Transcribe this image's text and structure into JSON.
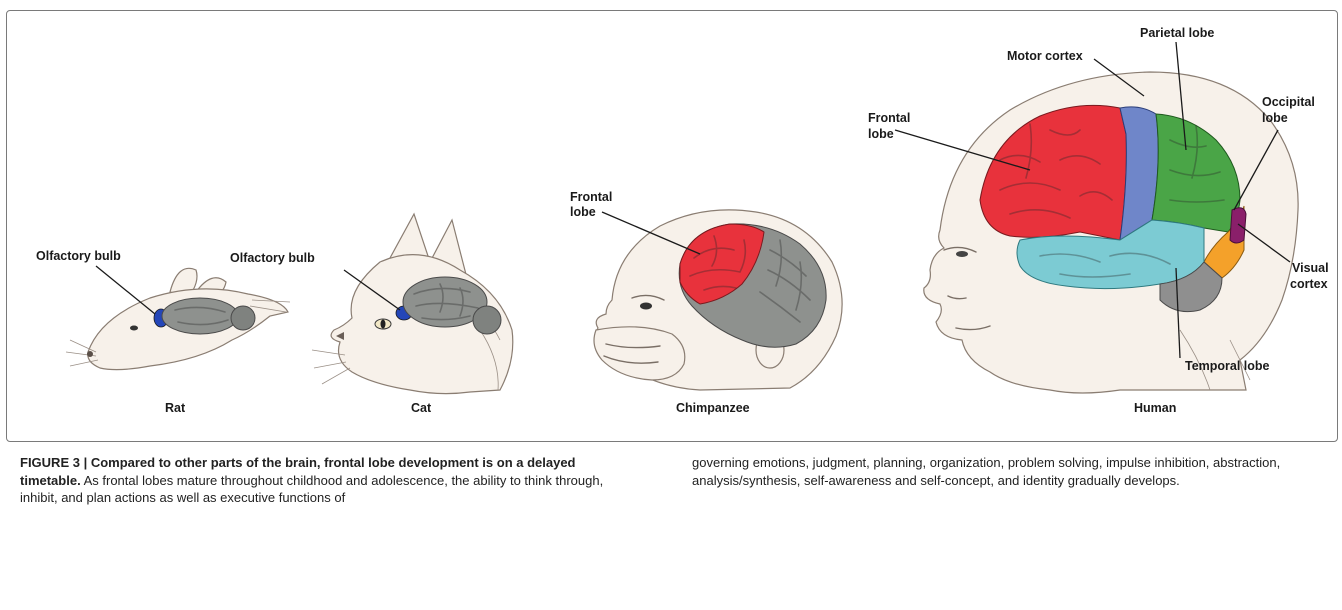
{
  "figure": {
    "rat": {
      "name": "Rat",
      "olfactory_label": "Olfactory bulb"
    },
    "cat": {
      "name": "Cat",
      "olfactory_label": "Olfactory bulb"
    },
    "chimpanzee": {
      "name": "Chimpanzee",
      "frontal_label_line1": "Frontal",
      "frontal_label_line2": "lobe"
    },
    "human": {
      "name": "Human",
      "motor_label": "Motor cortex",
      "parietal_label": "Parietal lobe",
      "frontal_label_line1": "Frontal",
      "frontal_label_line2": "lobe",
      "occipital_label_line1": "Occipital",
      "occipital_label_line2": "lobe",
      "visual_label_line1": "Visual",
      "visual_label_line2": "cortex",
      "temporal_label": "Temporal lobe"
    },
    "colors": {
      "frontal": "#e8323c",
      "motor": "#6f86c9",
      "parietal": "#4aa547",
      "occipital": "#f4a12a",
      "visual": "#8a1f6a",
      "temporal": "#7ccbd3",
      "cerebellum": "#8f8f8f",
      "generic_brain": "#8e918e",
      "olfactory": "#2446b8"
    }
  },
  "caption": {
    "label": "FIGURE 3 | Compared to other parts of the brain, frontal lobe development is on a delayed timetable.",
    "left_text": "As frontal lobes mature throughout childhood and adolescence, the ability to think through, inhibit, and plan actions as well as executive functions of",
    "right_text": "governing emotions, judgment, planning, organization, problem solving, impulse inhibition, abstraction, analysis/synthesis, self-awareness and self-concept, and identity gradually develops."
  }
}
